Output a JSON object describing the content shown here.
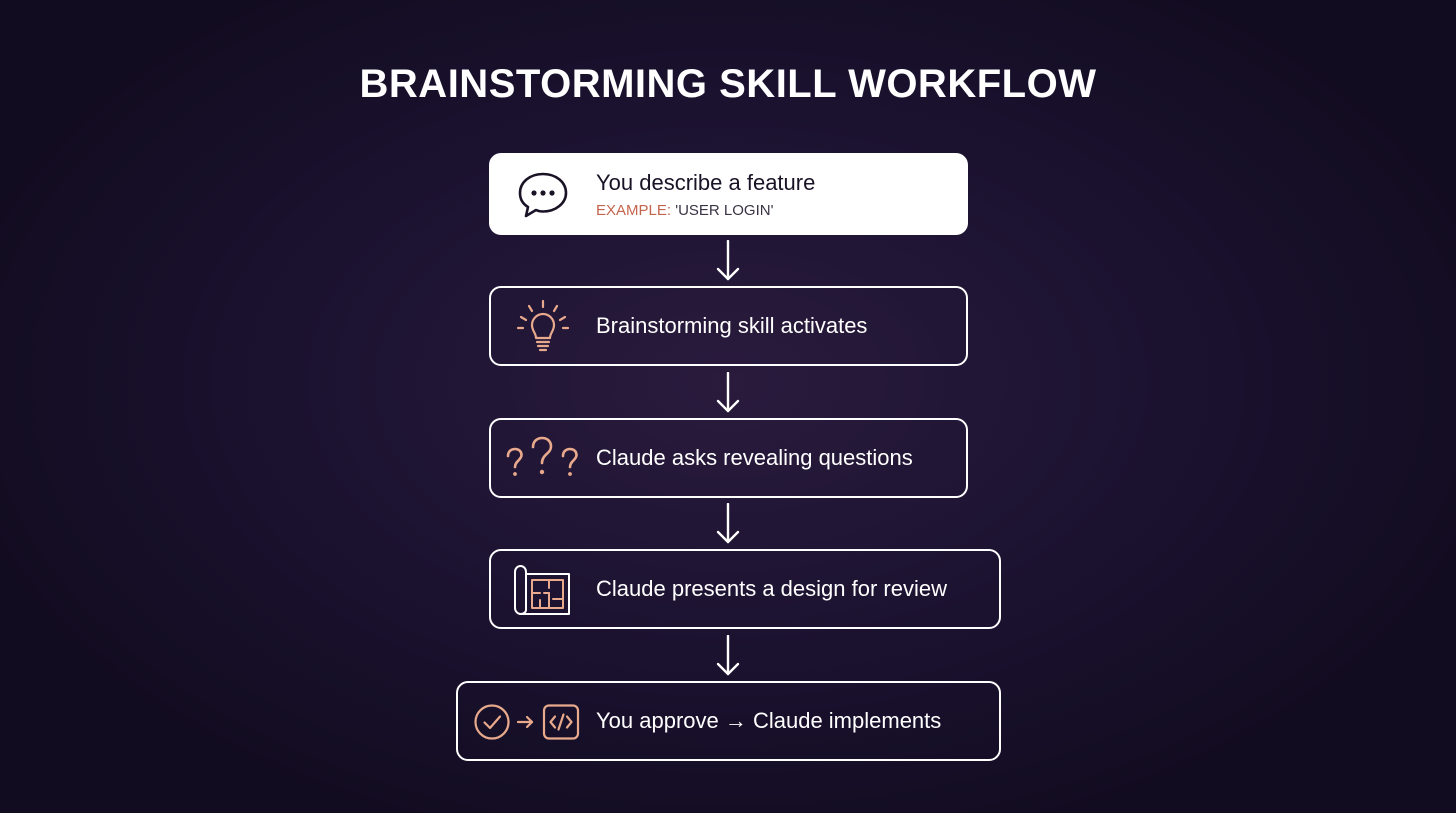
{
  "title": "BRAINSTORMING SKILL WORKFLOW",
  "steps": [
    {
      "label": "You describe a feature",
      "example_key": "EXAMPLE:",
      "example_value": "'USER LOGIN'",
      "icon": "speech-bubble-icon"
    },
    {
      "label": "Brainstorming skill activates",
      "icon": "lightbulb-icon"
    },
    {
      "label": "Claude asks revealing questions",
      "icon": "question-marks-icon"
    },
    {
      "label": "Claude presents a design for review",
      "icon": "blueprint-icon"
    },
    {
      "label": "You approve → Claude implements",
      "icon": "check-to-code-icon"
    }
  ],
  "colors": {
    "background": "#1b1230",
    "accent": "#e8a98c",
    "example_key": "#c5644c",
    "border": "#ffffff"
  }
}
